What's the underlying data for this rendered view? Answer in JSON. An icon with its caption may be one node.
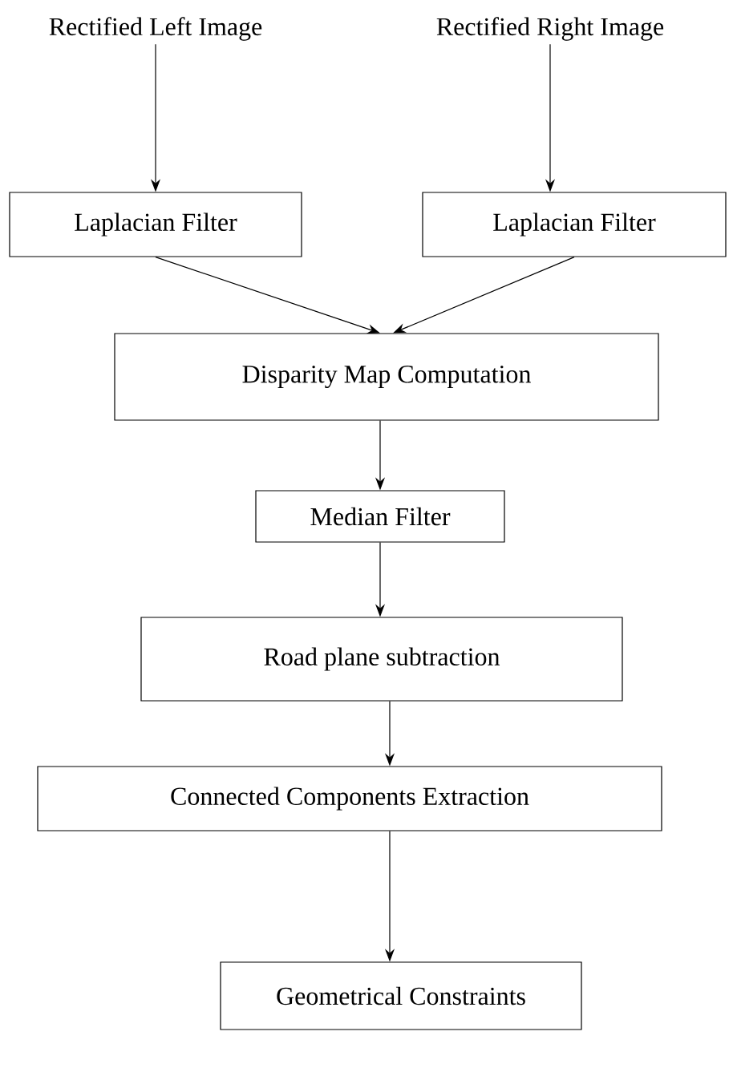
{
  "diagram": {
    "nodes": [
      {
        "text": [
          "Rectified Left Image"
        ]
      },
      {
        "text": [
          "Rectified Right Image"
        ]
      },
      {
        "text": [
          "Laplacian Filter"
        ]
      },
      {
        "text": [
          "Laplacian Filter"
        ]
      },
      {
        "text": [
          "Disparity Map Computation"
        ]
      },
      {
        "text": [
          "Median Filter"
        ]
      },
      {
        "text": [
          "Road plane subtraction"
        ]
      },
      {
        "text": [
          "Connected Components Extraction"
        ]
      },
      {
        "text": [
          "Geometrical Constraints"
        ]
      }
    ],
    "edges": [
      {
        "from": 0,
        "to": 2,
        "arrow": "to"
      },
      {
        "from": 1,
        "to": 3,
        "arrow": "to"
      },
      {
        "from": 2,
        "to": 4,
        "arrow": "to"
      },
      {
        "from": 3,
        "to": 4,
        "arrow": "to"
      },
      {
        "from": 4,
        "to": 5,
        "arrow": "to"
      },
      {
        "from": 5,
        "to": 6,
        "arrow": "to"
      },
      {
        "from": 6,
        "to": 7,
        "arrow": "to"
      },
      {
        "from": 7,
        "to": 8,
        "arrow": "to"
      }
    ]
  }
}
